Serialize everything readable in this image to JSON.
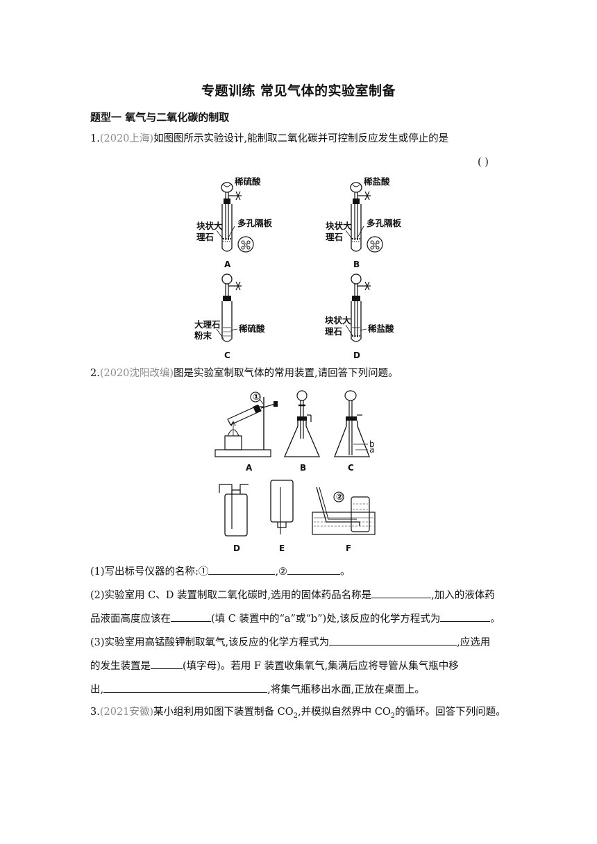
{
  "title": "专题训练  常见气体的实验室制备",
  "section1": "题型一    氧气与二氧化碳的制取",
  "q1": {
    "num": "1.",
    "source": "(2020上海)",
    "text": "如图图所示实验设计,能制取二氧化碳并可控制反应发生或停止的是",
    "paren": "(        )",
    "fig": {
      "A": {
        "label": "A",
        "acid": "稀硫酸",
        "solid_l1": "块状大",
        "solid_l2": "理石",
        "plate": "多孔隔板"
      },
      "B": {
        "label": "B",
        "acid": "稀盐酸",
        "solid_l1": "块状大",
        "solid_l2": "理石",
        "plate": "多孔隔板"
      },
      "C": {
        "label": "C",
        "solid_l1": "大理石",
        "solid_l2": "粉末",
        "acid": "稀硫酸"
      },
      "D": {
        "label": "D",
        "solid_l1": "块状大",
        "solid_l2": "理石",
        "acid": "稀盐酸"
      }
    }
  },
  "q2": {
    "num": "2.",
    "source": "(2020沈阳改编)",
    "text": "图是实验室制取气体的常用装置,请回答下列问题。",
    "fig": {
      "labels": [
        "A",
        "B",
        "C",
        "D",
        "E",
        "F"
      ],
      "mark1": "①",
      "mark2": "②",
      "c_b": "b",
      "c_a": "a"
    },
    "p1": {
      "pre": "(1)写出标号仪器的名称:①",
      "mid": ",②",
      "end": "。"
    },
    "p2": {
      "pre": "(2)实验室用 C、D 装置制取二氧化碳时,选用的固体药品名称是",
      "post": ",加入的液体药",
      "l2_pre": "品液面高度应该在",
      "l2_mid": "(填 C 装置中的“a”或“b”)处,该反应的化学方程式为",
      "l2_end": "。"
    },
    "p3": {
      "pre": "(3)实验室用高锰酸钾制取氧气,该反应的化学方程式为",
      "post": ",应选用",
      "l2_pre": "的发生装置是",
      "l2_post": "(填字母)。若用 F 装置收集氧气,集满后应将导管从集气瓶中移",
      "l3_pre": "出,",
      "l3_post": ",将集气瓶移出水面,正放在桌面上。"
    }
  },
  "q3": {
    "num": "3.",
    "source": "(2021安徽)",
    "text_a": "某小组利用如图下装置制备 CO",
    "text_b": ",并模拟自然界中 CO",
    "text_c": "的循环。回答下列问题。",
    "sub": "2"
  }
}
